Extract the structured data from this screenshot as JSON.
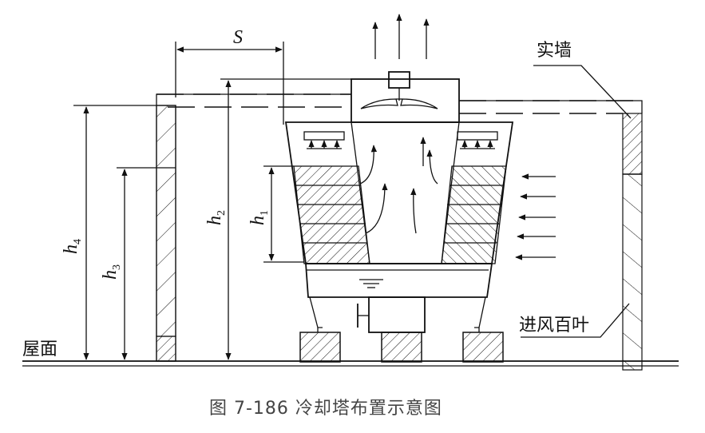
{
  "labels": {
    "solid_wall": "实墙",
    "inlet_louver": "进风百叶",
    "roof": "屋面"
  },
  "dimensions": {
    "S": "S",
    "h1": {
      "base": "h",
      "sub": "1"
    },
    "h2": {
      "base": "h",
      "sub": "2"
    },
    "h3": {
      "base": "h",
      "sub": "3"
    },
    "h4": {
      "base": "h",
      "sub": "4"
    }
  },
  "caption": "图 7-186   冷却塔布置示意图",
  "colors": {
    "line": "#111111",
    "background": "#ffffff"
  }
}
